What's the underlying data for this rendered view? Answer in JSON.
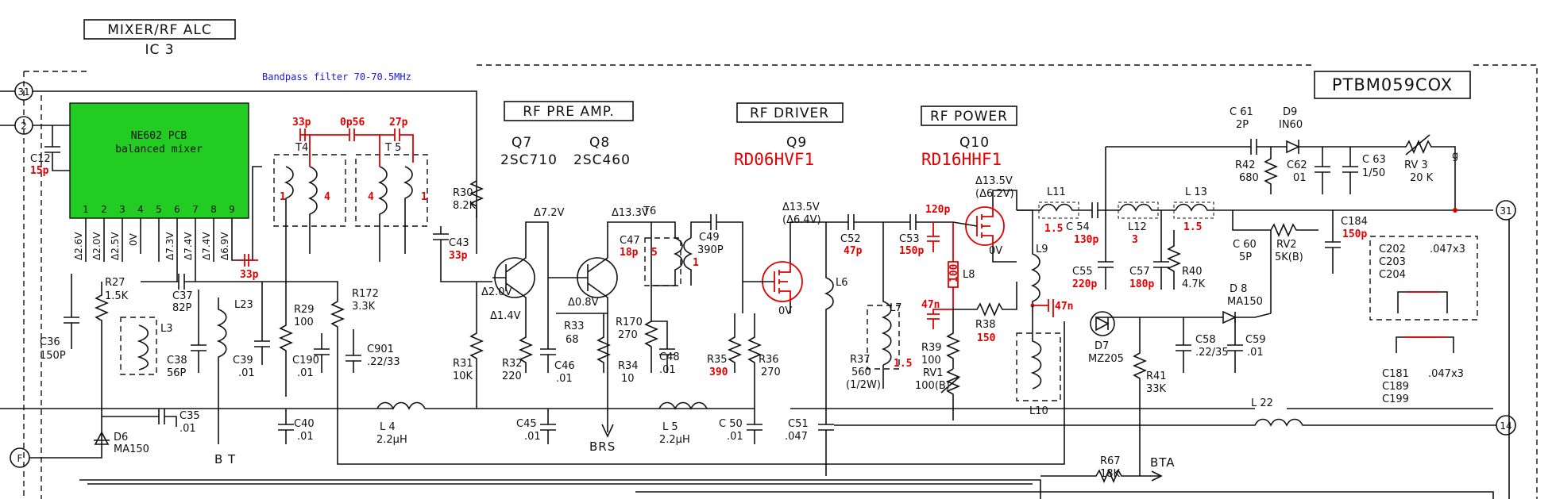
{
  "ic_block": {
    "title": "MIXER/RF ALC",
    "subtitle": "IC 3"
  },
  "board_id": "PTBM059COX",
  "bandpass_note": "Bandpass filter 70-70.5MHz",
  "mixer_pcb": {
    "line1": "NE602 PCB",
    "line2": "balanced mixer",
    "fill": "#22cc22",
    "pins": [
      "1",
      "2",
      "3",
      "4",
      "5",
      "6",
      "7",
      "8",
      "9"
    ]
  },
  "pin_voltages": [
    "Δ2.6V",
    "Δ2.0V",
    "Δ2.5V",
    "0V",
    "Δ7.3V",
    "Δ7.4V",
    "Δ7.4V",
    "Δ6.9V"
  ],
  "sections": {
    "pre_amp": "RF PRE AMP.",
    "driver": "RF DRIVER",
    "power": "RF POWER"
  },
  "transistors": {
    "q7": {
      "ref": "Q7",
      "part": "2SC710",
      "vc": "Δ7.2V",
      "vb": "Δ2.0V",
      "ve": "Δ1.4V"
    },
    "q8": {
      "ref": "Q8",
      "part": "2SC460",
      "vc": "Δ13.3V",
      "ve": "Δ0.8V"
    },
    "q9": {
      "ref": "Q9",
      "part": "RD06HVF1",
      "vd": "Δ13.5V",
      "vd2": "(Δ6.4V)",
      "vg": "0V"
    },
    "q10": {
      "ref": "Q10",
      "part": "RD16HHF1",
      "vd": "Δ13.5V",
      "vd2": "(Δ6.2V)",
      "vg": "0V"
    }
  },
  "red_values": {
    "c12": "15p",
    "c33a": "33p",
    "c0p56": "0p56",
    "c27": "27p",
    "c33b": "33p",
    "c43": "33p",
    "t4_l": "1",
    "t4_r": "4",
    "t5_l": "4",
    "t5_r": "1",
    "c47": "18p",
    "t6_a": "5",
    "t6_b": "1",
    "r35": "390",
    "c52": "47p",
    "c53": "150p",
    "c120": "120p",
    "c47n_a": "47n",
    "c47n_b": "47n",
    "r_100": "100",
    "r38": "150",
    "l7": "1.5",
    "l11": "1.5",
    "c54": "130p",
    "l12": "3",
    "l13": "1.5",
    "c55": "220p",
    "c57": "180p",
    "c184": "150p"
  },
  "components": {
    "c12": "C12",
    "c36": "C36",
    "c36v": "150P",
    "r27": "R27",
    "r27v": "1.5K",
    "l3": "L3",
    "c37": "C37",
    "c37v": "82P",
    "c38": "C38",
    "c38v": "56P",
    "l23": "L23",
    "c39": "C39",
    "c39v": ".01",
    "r29": "R29",
    "r29v": "100",
    "c190": "C190",
    "c190v": ".01",
    "r172": "R172",
    "r172v": "3.3K",
    "c901": "C901",
    "c901v": ".22/33",
    "c35": "C35",
    "c35v": ".01",
    "d6": "D6",
    "d6v": "MA150",
    "c40": "C40",
    "c40v": ".01",
    "l4": "L 4",
    "l4v": "2.2μH",
    "bt": "B T",
    "t4": "T4",
    "t5": "T 5",
    "r30": "R30",
    "r30v": "8.2K",
    "c43": "C43",
    "r31": "R31",
    "r31v": "10K",
    "r32": "R32",
    "r32v": "220",
    "c46": "C46",
    "c46v": ".01",
    "r33": "R33",
    "r33v": "68",
    "r170": "R170",
    "r170v": "270",
    "r34": "R34",
    "r34v": "10",
    "c48": "C48",
    "c48v": ".01",
    "c45": "C45",
    "c45v": ".01",
    "brs": "BRS",
    "t6": "T6",
    "c47": "C47",
    "c49": "C49",
    "c49v": "390P",
    "r35": "R35",
    "r36": "R36",
    "r36v": "270",
    "l5": "L 5",
    "l5v": "2.2μH",
    "c50": "C 50",
    "c50v": ".01",
    "c52": "C52",
    "c53": "C53",
    "l6": "L6",
    "l7": "L7",
    "r37": "R37",
    "r37v": "560",
    "r37w": "(1/2W)",
    "c51": "C51",
    "c51v": ".047",
    "l8": "L8",
    "r38": "R38",
    "r39": "R39",
    "r39v": "100",
    "rv1": "RV1",
    "rv1v": "100(B)",
    "l9": "L9",
    "l10": "L10",
    "l11": "L11",
    "c54": "C 54",
    "l12": "L12",
    "l13": "L 13",
    "c55": "C55",
    "c57": "C57",
    "r40": "R40",
    "r40v": "4.7K",
    "c60": "C 60",
    "c60v": "5P",
    "rv2": "RV2",
    "rv2v": "5K(B)",
    "c184": "C184",
    "c61": "C 61",
    "c61v": "2P",
    "d9": "D9",
    "d9v": "IN60",
    "r42": "R42",
    "r42v": "680",
    "c62": "C62",
    "c62v": "01",
    "c63": "C 63",
    "c63v": "1/50",
    "rv3": "RV 3",
    "rv3v": "20 K",
    "d8": "D 8",
    "d8v": "MA150",
    "d7": "D7",
    "d7v": "MZ205",
    "r41": "R41",
    "r41v": "33K",
    "c58": "C58",
    "c58v": ".22/35",
    "c59": "C59",
    "c59v": ".01",
    "l22": "L 22",
    "r67": "R67",
    "r67v": "18K",
    "bta": "BTA",
    "c202": "C202",
    "c203": "C203",
    "c204": "C204",
    "c202v": ".047x3",
    "c181": "C181",
    "c189": "C189",
    "c199": "C199",
    "c181v": ".047x3"
  },
  "connectors": {
    "p31a": "31",
    "p2": "2",
    "pF": "F",
    "p31b": "31",
    "p14": "14",
    "g": "g"
  }
}
